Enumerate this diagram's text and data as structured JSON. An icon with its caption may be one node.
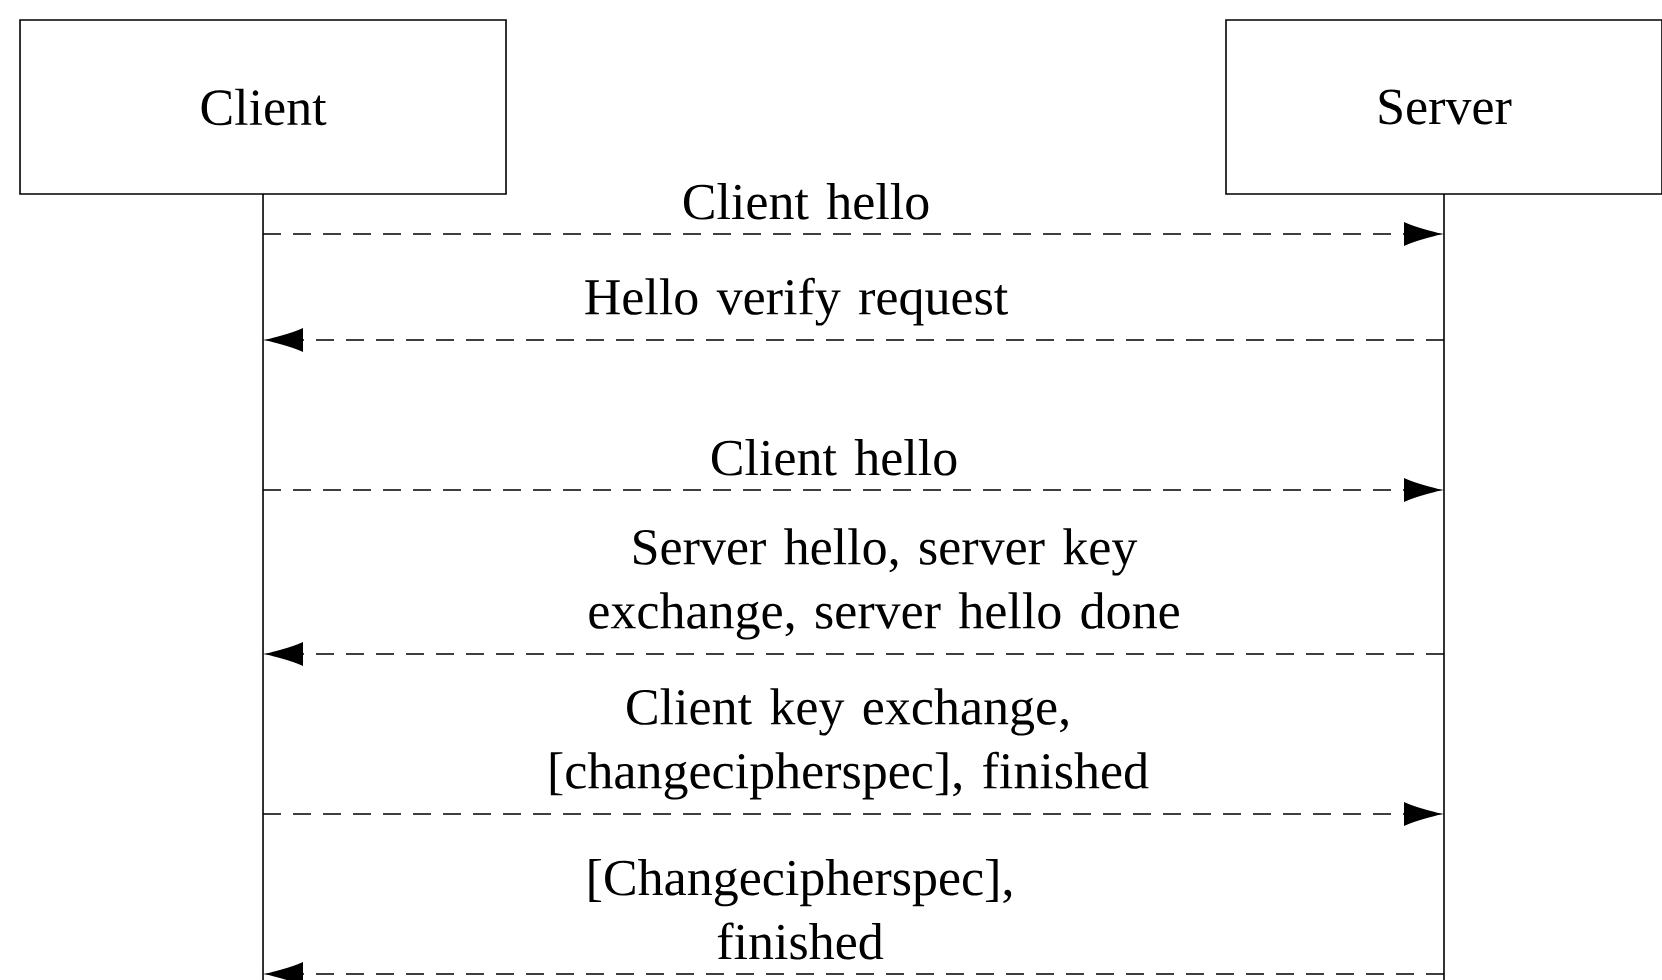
{
  "diagram": {
    "nodes": [
      {
        "text": [
          "Client"
        ]
      },
      {
        "text": [
          "Server"
        ]
      },
      {
        "text": [],
        "shape": "line"
      },
      {
        "text": [],
        "shape": "line"
      }
    ],
    "edges": [
      {
        "from": 2,
        "to": 3,
        "arrow": "to",
        "label": "Client hello",
        "style": "dashed"
      },
      {
        "from": 3,
        "to": 2,
        "arrow": "to",
        "label": "Hello verify request",
        "style": "dashed"
      },
      {
        "from": 2,
        "to": 3,
        "arrow": "to",
        "label": "Client hello",
        "style": "dashed"
      },
      {
        "from": 3,
        "to": 2,
        "arrow": "to",
        "label": "Server hello, server key exchange, server hello done",
        "style": "dashed"
      },
      {
        "from": 2,
        "to": 3,
        "arrow": "to",
        "label": "Client key exchange, [changecipherspec], finished",
        "style": "dashed"
      },
      {
        "from": 3,
        "to": 2,
        "arrow": "to",
        "label": "[Changecipherspec], finished",
        "style": "dashed"
      }
    ]
  }
}
